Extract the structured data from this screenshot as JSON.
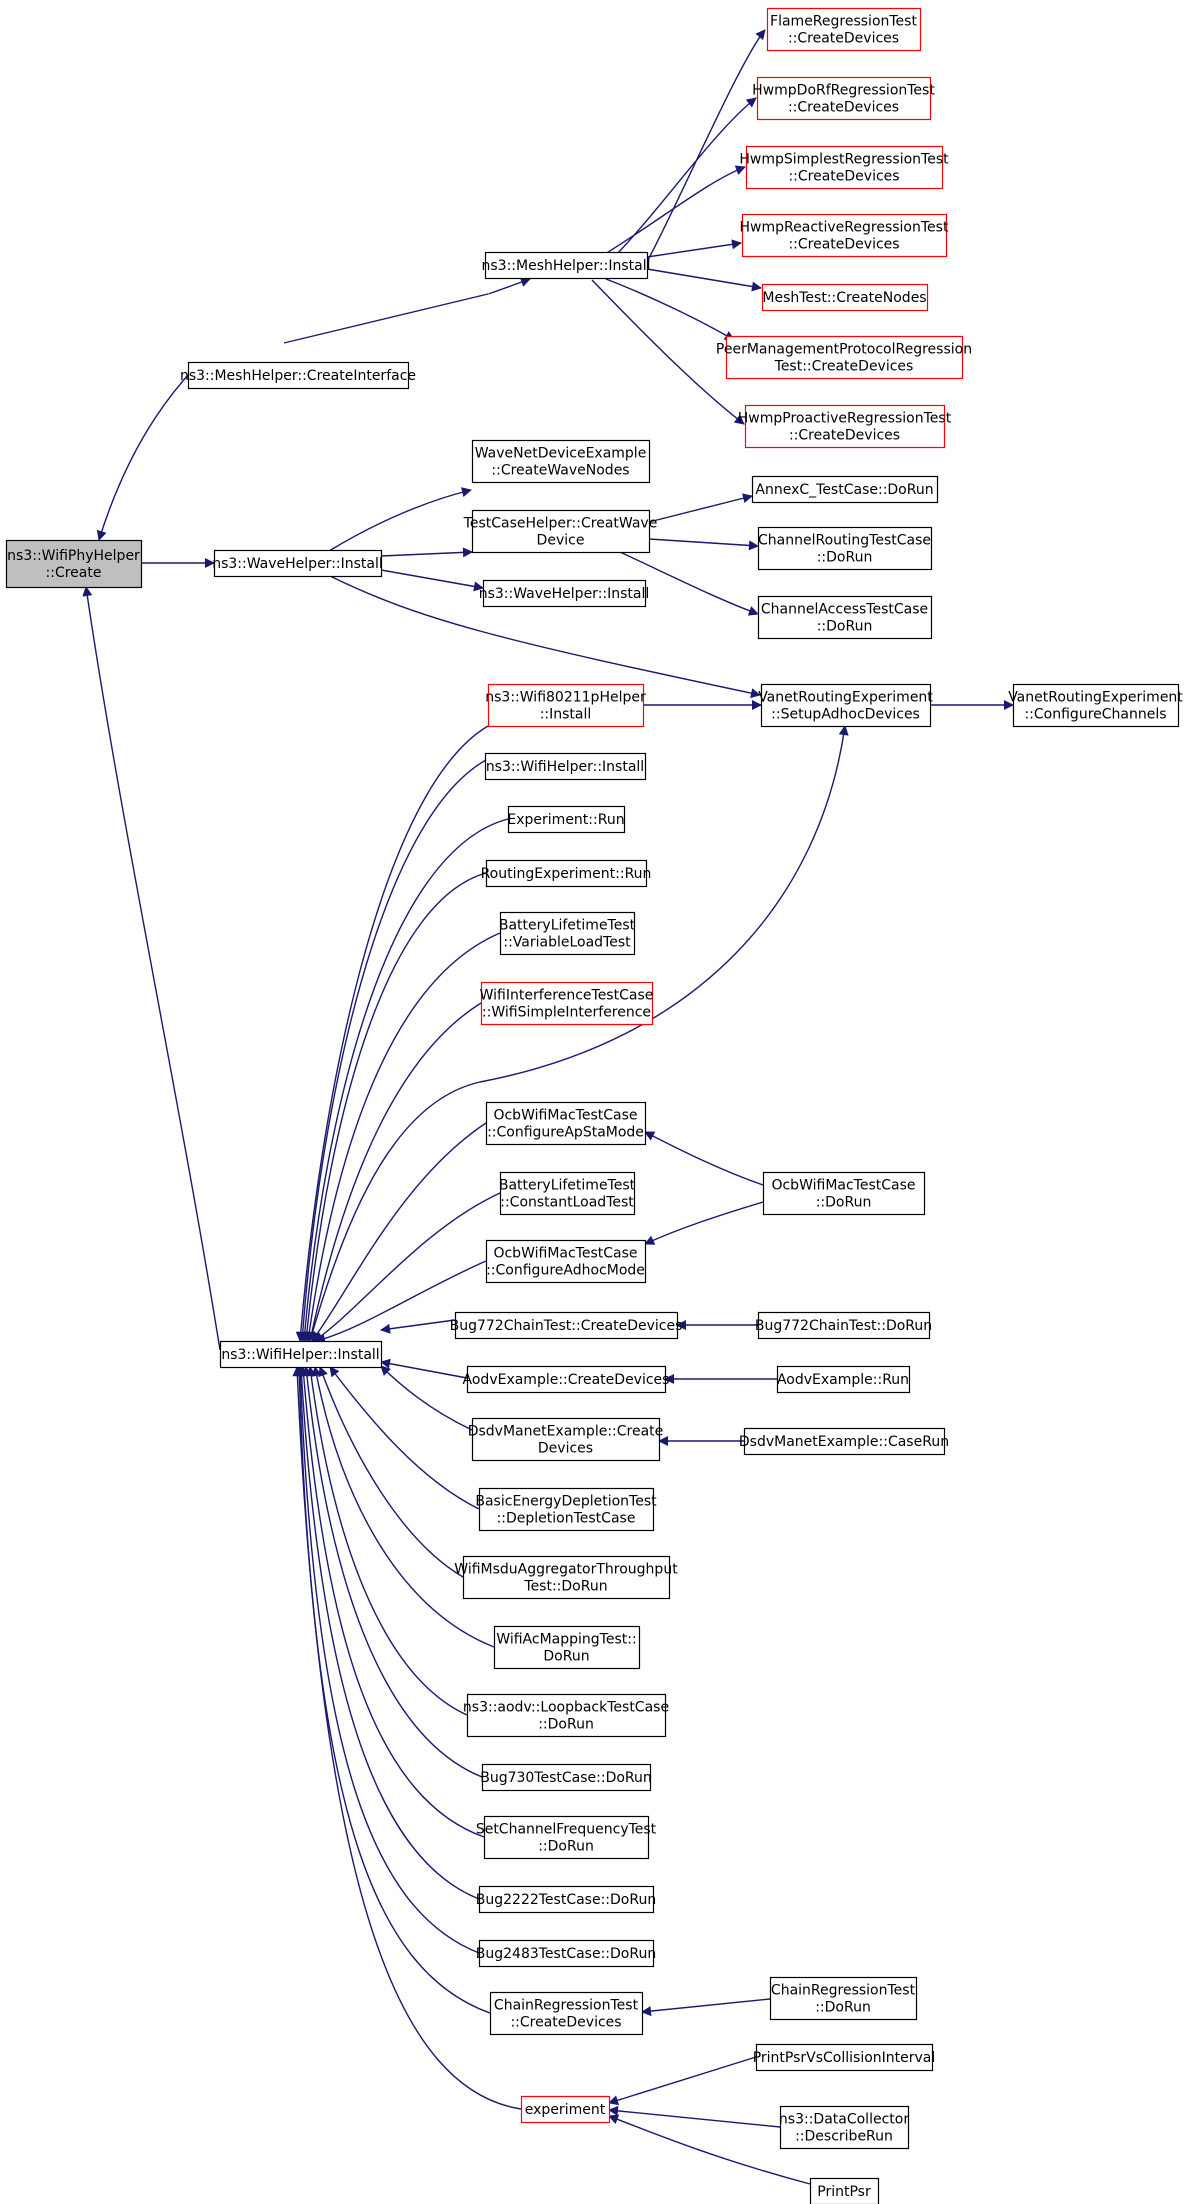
{
  "colors": {
    "edge": "#191970",
    "border_normal": "#000000",
    "border_truncated": "#ff0000",
    "root_fill": "#bfbfbf",
    "node_fill": "#ffffff"
  },
  "nodes": [
    {
      "id": "root",
      "lines": [
        "ns3::WifiPhyHelper",
        "::Create"
      ],
      "style": "root"
    },
    {
      "id": "mesh_ci",
      "lines": [
        "ns3::MeshHelper::CreateInterface"
      ],
      "style": "normal"
    },
    {
      "id": "mesh_install",
      "lines": [
        "ns3::MeshHelper::Install"
      ],
      "style": "normal"
    },
    {
      "id": "flame",
      "lines": [
        "FlameRegressionTest",
        "::CreateDevices"
      ],
      "style": "truncated"
    },
    {
      "id": "hwmp_dorf",
      "lines": [
        "HwmpDoRfRegressionTest",
        "::CreateDevices"
      ],
      "style": "truncated"
    },
    {
      "id": "hwmp_simplest",
      "lines": [
        "HwmpSimplestRegressionTest",
        "::CreateDevices"
      ],
      "style": "truncated"
    },
    {
      "id": "hwmp_reactive",
      "lines": [
        "HwmpReactiveRegressionTest",
        "::CreateDevices"
      ],
      "style": "truncated"
    },
    {
      "id": "meshtest",
      "lines": [
        "MeshTest::CreateNodes"
      ],
      "style": "truncated"
    },
    {
      "id": "peer",
      "lines": [
        "PeerManagementProtocolRegression",
        "Test::CreateDevices"
      ],
      "style": "truncated"
    },
    {
      "id": "hwmp_proactive",
      "lines": [
        "HwmpProactiveRegressionTest",
        "::CreateDevices"
      ],
      "style": "truncated"
    },
    {
      "id": "wave_install",
      "lines": [
        "ns3::WaveHelper::Install"
      ],
      "style": "normal"
    },
    {
      "id": "wave_netdev",
      "lines": [
        "WaveNetDeviceExample",
        "::CreateWaveNodes"
      ],
      "style": "normal"
    },
    {
      "id": "tch",
      "lines": [
        "TestCaseHelper::CreatWave",
        "Device"
      ],
      "style": "normal"
    },
    {
      "id": "wave_install2",
      "lines": [
        "ns3::WaveHelper::Install"
      ],
      "style": "normal"
    },
    {
      "id": "annexc",
      "lines": [
        "AnnexC_TestCase::DoRun"
      ],
      "style": "normal"
    },
    {
      "id": "chrouting",
      "lines": [
        "ChannelRoutingTestCase",
        "::DoRun"
      ],
      "style": "normal"
    },
    {
      "id": "chaccess",
      "lines": [
        "ChannelAccessTestCase",
        "::DoRun"
      ],
      "style": "normal"
    },
    {
      "id": "vanet_setup",
      "lines": [
        "VanetRoutingExperiment",
        "::SetupAdhocDevices"
      ],
      "style": "normal"
    },
    {
      "id": "vanet_config",
      "lines": [
        "VanetRoutingExperiment",
        "::ConfigureChannels"
      ],
      "style": "normal"
    },
    {
      "id": "wifi80211p",
      "lines": [
        "ns3::Wifi80211pHelper",
        "::Install"
      ],
      "style": "truncated"
    },
    {
      "id": "wifihelper_install2",
      "lines": [
        "ns3::WifiHelper::Install"
      ],
      "style": "normal"
    },
    {
      "id": "exp_run",
      "lines": [
        "Experiment::Run"
      ],
      "style": "normal"
    },
    {
      "id": "routing_exp",
      "lines": [
        "RoutingExperiment::Run"
      ],
      "style": "normal"
    },
    {
      "id": "battery_var",
      "lines": [
        "BatteryLifetimeTest",
        "::VariableLoadTest"
      ],
      "style": "normal"
    },
    {
      "id": "wifi_interf",
      "lines": [
        "WifiInterferenceTestCase",
        "::WifiSimpleInterference"
      ],
      "style": "truncated"
    },
    {
      "id": "ocb_apsta",
      "lines": [
        "OcbWifiMacTestCase",
        "::ConfigureApStaMode"
      ],
      "style": "normal"
    },
    {
      "id": "battery_const",
      "lines": [
        "BatteryLifetimeTest",
        "::ConstantLoadTest"
      ],
      "style": "normal"
    },
    {
      "id": "ocb_adhoc",
      "lines": [
        "OcbWifiMacTestCase",
        "::ConfigureAdhocMode"
      ],
      "style": "normal"
    },
    {
      "id": "ocb_dorun",
      "lines": [
        "OcbWifiMacTestCase",
        "::DoRun"
      ],
      "style": "normal"
    },
    {
      "id": "wifihelper_install",
      "lines": [
        "ns3::WifiHelper::Install"
      ],
      "style": "normal"
    },
    {
      "id": "bug772_cd",
      "lines": [
        "Bug772ChainTest::CreateDevices"
      ],
      "style": "normal"
    },
    {
      "id": "bug772_run",
      "lines": [
        "Bug772ChainTest::DoRun"
      ],
      "style": "normal"
    },
    {
      "id": "aodv_cd",
      "lines": [
        "AodvExample::CreateDevices"
      ],
      "style": "normal"
    },
    {
      "id": "aodv_run",
      "lines": [
        "AodvExample::Run"
      ],
      "style": "normal"
    },
    {
      "id": "dsdv_cd",
      "lines": [
        "DsdvManetExample::Create",
        "Devices"
      ],
      "style": "normal"
    },
    {
      "id": "dsdv_run",
      "lines": [
        "DsdvManetExample::CaseRun"
      ],
      "style": "normal"
    },
    {
      "id": "basic_energy",
      "lines": [
        "BasicEnergyDepletionTest",
        "::DepletionTestCase"
      ],
      "style": "normal"
    },
    {
      "id": "msdu",
      "lines": [
        "WifiMsduAggregatorThroughput",
        "Test::DoRun"
      ],
      "style": "normal"
    },
    {
      "id": "acmapping",
      "lines": [
        "WifiAcMappingTest::",
        "DoRun"
      ],
      "style": "normal"
    },
    {
      "id": "loopback",
      "lines": [
        "ns3::aodv::LoopbackTestCase",
        "::DoRun"
      ],
      "style": "normal"
    },
    {
      "id": "bug730",
      "lines": [
        "Bug730TestCase::DoRun"
      ],
      "style": "normal"
    },
    {
      "id": "setchan",
      "lines": [
        "SetChannelFrequencyTest",
        "::DoRun"
      ],
      "style": "normal"
    },
    {
      "id": "bug2222",
      "lines": [
        "Bug2222TestCase::DoRun"
      ],
      "style": "normal"
    },
    {
      "id": "bug2483",
      "lines": [
        "Bug2483TestCase::DoRun"
      ],
      "style": "normal"
    },
    {
      "id": "chain_cd",
      "lines": [
        "ChainRegressionTest",
        "::CreateDevices"
      ],
      "style": "normal"
    },
    {
      "id": "chain_run",
      "lines": [
        "ChainRegressionTest",
        "::DoRun"
      ],
      "style": "normal"
    },
    {
      "id": "experiment",
      "lines": [
        "experiment"
      ],
      "style": "truncated"
    },
    {
      "id": "printpsr_coll",
      "lines": [
        "PrintPsrVsCollisionInterval"
      ],
      "style": "normal"
    },
    {
      "id": "datacollector",
      "lines": [
        "ns3::DataCollector",
        "::DescribeRun"
      ],
      "style": "normal"
    },
    {
      "id": "printpsr",
      "lines": [
        "PrintPsr"
      ],
      "style": "normal"
    }
  ]
}
